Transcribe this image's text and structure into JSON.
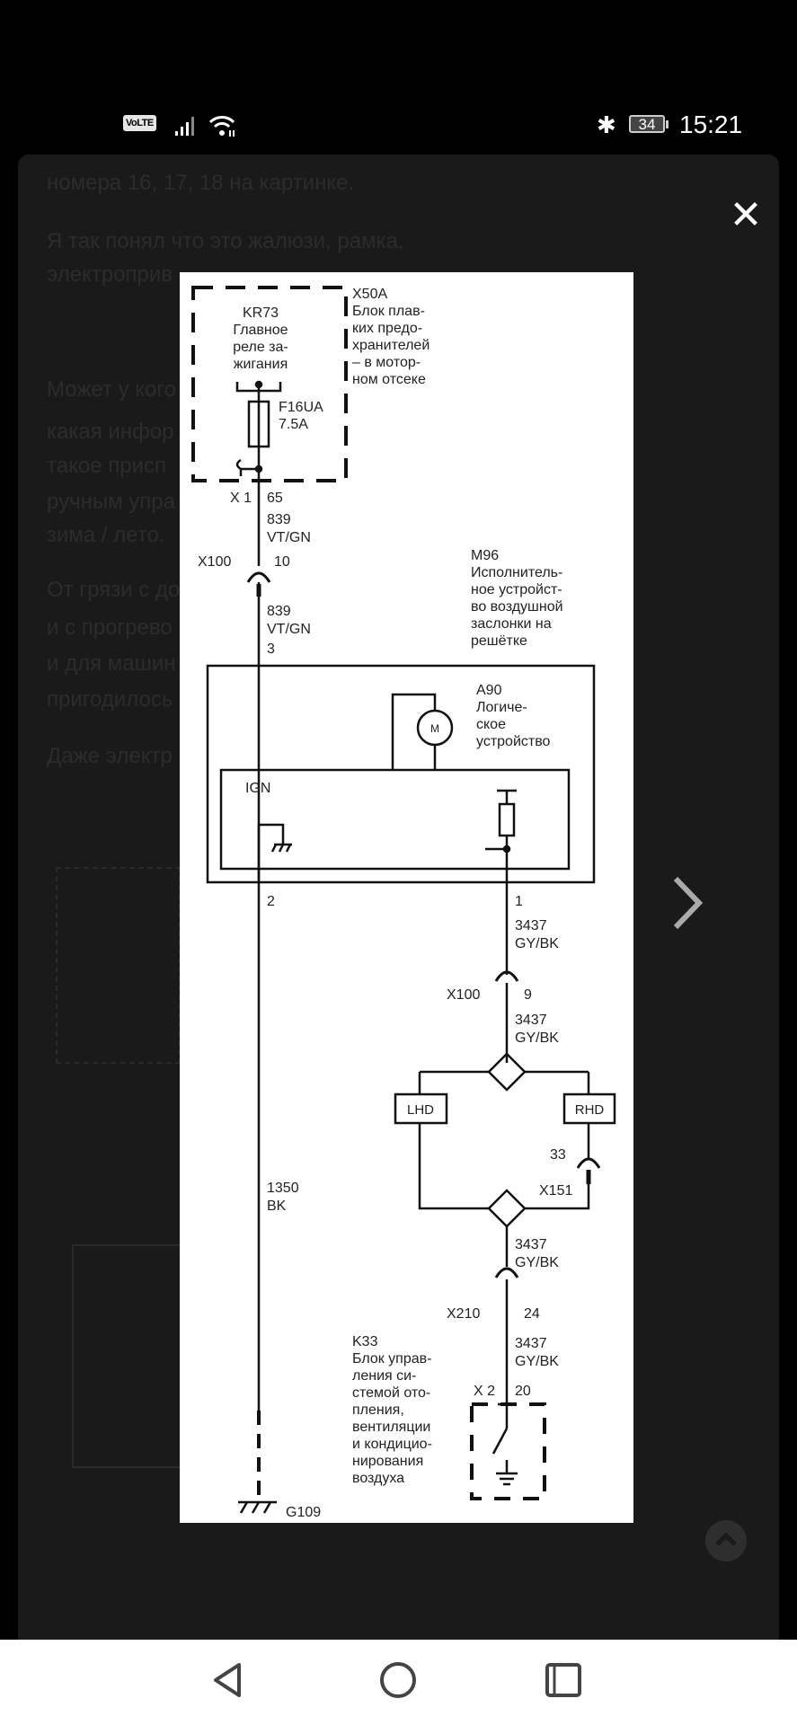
{
  "status_bar": {
    "volte": "VoLTE",
    "battery": "34",
    "time": "15:21",
    "icons": [
      "signal-icon",
      "wifi-icon",
      "bluetooth-icon",
      "battery-icon"
    ]
  },
  "background_article": {
    "lines": [
      "номера 16, 17, 18 на картинке.",
      "Я так понял что это жалюзи, рамка,",
      "электроприв",
      "Может у кого",
      "какая инфор",
      "такое присп",
      "ручным упра",
      "зима / лето.",
      "От грязи с до",
      "и с прогрево",
      "и для машин",
      "пригодилось",
      "Даже электр"
    ]
  },
  "viewer": {
    "close_icon": "close-icon",
    "next_icon": "chevron-right-icon",
    "scroll_top_icon": "chevron-up-icon"
  },
  "diagram": {
    "kr73": {
      "code": "KR73",
      "lines": [
        "Главное",
        "реле за-",
        "жигания"
      ]
    },
    "x50a": {
      "code": "X50A",
      "lines": [
        "Блок плав-",
        "ких предо-",
        "хранителей",
        "– в мотор-",
        "ном отсеке"
      ]
    },
    "fuse": {
      "code": "F16UA",
      "rating": "7.5A"
    },
    "x1": {
      "connector": "X 1",
      "pin": "65",
      "wire": "839",
      "color": "VT/GN"
    },
    "x100_top": {
      "connector": "X100",
      "pin": "10",
      "wire": "839",
      "color": "VT/GN",
      "pin_a90": "3"
    },
    "m96": {
      "code": "M96",
      "lines": [
        "Исполнитель-",
        "ное устройст-",
        "во воздушной",
        "заслонки на",
        "решётке"
      ]
    },
    "a90": {
      "code": "A90",
      "lines": [
        "Логиче-",
        "ское",
        "устройство"
      ],
      "motor": "M",
      "ign": "IGN"
    },
    "pin2": "2",
    "pin1": {
      "pin": "1",
      "wire": "3437",
      "color": "GY/BK"
    },
    "x100_bottom": {
      "connector": "X100",
      "pin": "9",
      "wire": "3437",
      "color": "GY/BK"
    },
    "lhd": "LHD",
    "rhd": "RHD",
    "x151": {
      "connector": "X151",
      "pin": "33"
    },
    "after_merge": {
      "wire": "3437",
      "color": "GY/BK"
    },
    "x210": {
      "connector": "X210",
      "pin": "24",
      "wire": "3437",
      "color": "GY/BK"
    },
    "x2": {
      "connector": "X 2",
      "pin": "20"
    },
    "k33": {
      "code": "K33",
      "lines": [
        "Блок управ-",
        "ления си-",
        "стемой ото-",
        "пления,",
        "вентиляции",
        "и кондицио-",
        "нирования",
        "воздуха"
      ]
    },
    "ground_wire": {
      "wire": "1350",
      "color": "BK"
    },
    "ground": "G109"
  }
}
